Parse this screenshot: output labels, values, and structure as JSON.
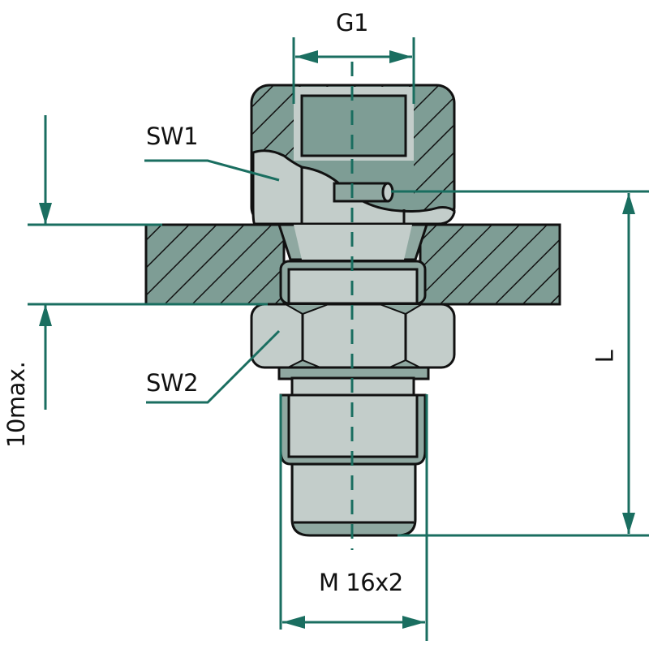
{
  "drawing": {
    "title": "Screw-in fitting with union nut and lock nut through panel",
    "labels": {
      "thread_top": "G1",
      "wrench_size_1": "SW1",
      "wrench_size_2": "SW2",
      "thread_bottom": "M 16x2",
      "panel_thickness": "10max.",
      "length": "L"
    },
    "colors": {
      "dimension_line": "#1a6e60",
      "section_fill": "#7e9d95",
      "part_fill": "#c3cdca",
      "part_shadow": "#8fa8a1",
      "outline": "#111111",
      "background": "#ffffff"
    }
  }
}
